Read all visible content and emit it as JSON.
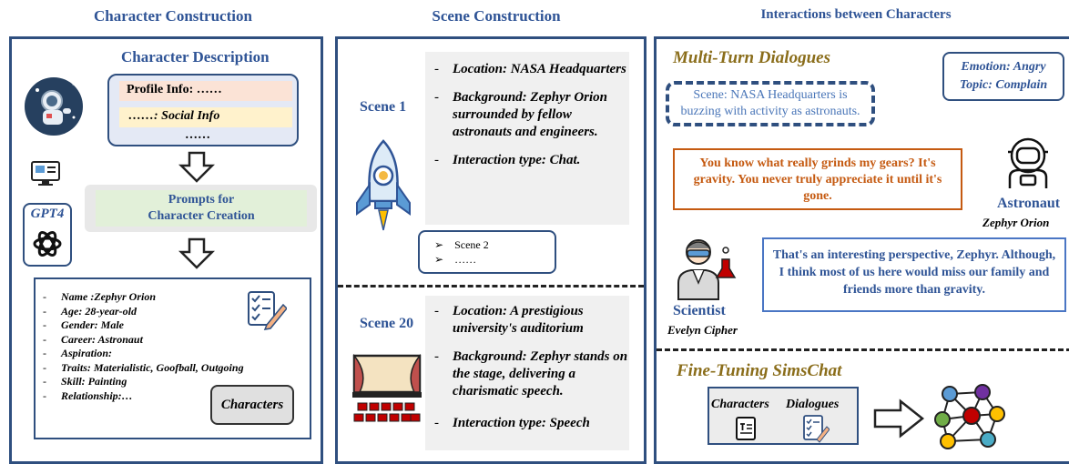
{
  "titles": {
    "col1": "Character Construction",
    "col2": "Scene Construction",
    "col3": "Interactions between Characters"
  },
  "char": {
    "desc_title": "Character Description",
    "profile": "Profile Info: ……",
    "social": "……: Social Info",
    "dots": "……",
    "prompt": "Prompts for\nCharacter Creation",
    "gpt": "GPT4",
    "attrs": [
      "Name :Zephyr Orion",
      "Age: 28-year-old",
      "Gender: Male",
      "Career: Astronaut",
      "Aspiration:",
      "Traits: Materialistic, Goofball, Outgoing",
      "Skill: Painting",
      "Relationship:…"
    ],
    "characters_btn": "Characters"
  },
  "scene": {
    "s1_label": "Scene 1",
    "s1_items": [
      "Location: NASA Headquarters",
      "Background: Zephyr Orion surrounded by fellow astronauts and engineers.",
      "Interaction type: Chat."
    ],
    "more1": "Scene 2",
    "more2": "……",
    "s20_label": "Scene 20",
    "s20_items": [
      "Location: A prestigious university's auditorium",
      "Background: Zephyr stands on the stage, delivering a charismatic speech.",
      "Interaction type: Speech"
    ]
  },
  "inter": {
    "mt_title": "Multi-Turn Dialogues",
    "emotion": "Emotion: Angry",
    "topic": "Topic: Complain",
    "scene_text": "Scene: NASA Headquarters is buzzing with activity as astronauts.",
    "astro_line": "You know what really grinds my gears? It's gravity. You never truly appreciate it until it's gone.",
    "astro_role": "Astronaut",
    "astro_name": "Zephyr Orion",
    "sci_line": "That's an interesting perspective, Zephyr. Although, I think most of us here would miss our family and friends more than gravity.",
    "sci_role": "Scientist",
    "sci_name": "Evelyn Cipher",
    "ft_title": "Fine-Tuning SimsChat",
    "ft_chars": "Characters",
    "ft_dialogues": "Dialogues"
  },
  "colors": {
    "panel_border": "#2f4f7f",
    "title_blue": "#2f5496",
    "gold": "#8a6d1a",
    "orange_border": "#c55a11",
    "profile_bg": "#fbe3d6",
    "social_bg": "#fff2cc",
    "prompt_bg": "#e2f0d9"
  }
}
